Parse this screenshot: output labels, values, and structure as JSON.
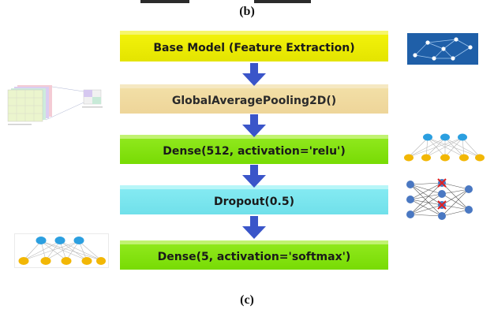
{
  "captions": {
    "top": "(b)",
    "bottom": "(c)"
  },
  "layers": [
    {
      "label": "Base Model (Feature Extraction)",
      "style": "yellow"
    },
    {
      "label": "GlobalAveragePooling2D()",
      "style": "wheat"
    },
    {
      "label": "Dense(512, activation='relu')",
      "style": "green"
    },
    {
      "label": "Dropout(0.5)",
      "style": "cyan"
    },
    {
      "label": "Dense(5, activation='softmax')",
      "style": "green"
    }
  ],
  "colors": {
    "arrow": "#3a55c9",
    "node_blue": "#2b9fe0",
    "node_yellow": "#f2b705",
    "network_bg": "#1f5fa8"
  },
  "icons": [
    "network-graph-icon",
    "pooling-matrix-icon",
    "dense-layer-icon",
    "dropout-network-icon",
    "output-layer-icon"
  ]
}
